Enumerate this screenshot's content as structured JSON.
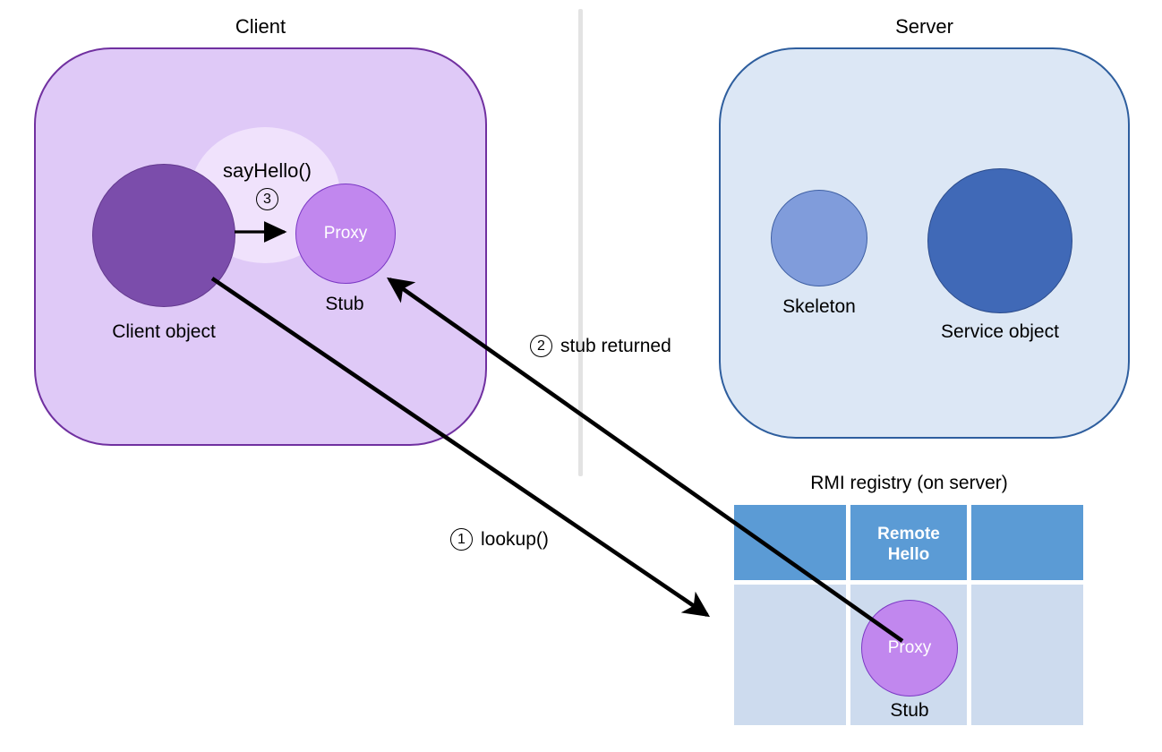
{
  "diagram": {
    "title_client": "Client",
    "title_server": "Server",
    "title_registry": "RMI registry (on server)"
  },
  "client": {
    "box_color": "#DFC9F7",
    "border_color": "#7030A0",
    "client_object_label": "Client object",
    "client_object_color": "#7B4DAB",
    "proxy_label": "Proxy",
    "proxy_color": "#C187EE",
    "stub_label": "Stub",
    "method_call_label": "sayHello()",
    "method_step_number": "3"
  },
  "server": {
    "box_color": "#DCE7F5",
    "border_color": "#2E5E9E",
    "skeleton_label": "Skeleton",
    "skeleton_color": "#809CDB",
    "service_label": "Service object",
    "service_color": "#4069B7"
  },
  "registry": {
    "header_color": "#5B9BD5",
    "body_color": "#CDDBEE",
    "header_cells": [
      "",
      "Remote\nHello",
      ""
    ],
    "header_cell_1": "",
    "header_cell_2_line1": "Remote",
    "header_cell_2_line2": "Hello",
    "header_cell_3": "",
    "body_cell_1": "",
    "body_cell_3": "",
    "proxy_label": "Proxy",
    "stub_label": "Stub"
  },
  "steps": [
    {
      "number": "1",
      "label": "lookup()"
    },
    {
      "number": "2",
      "label": "stub returned"
    },
    {
      "number": "3",
      "label": "sayHello()"
    }
  ],
  "step_1_number": "1",
  "step_1_label": "lookup()",
  "step_2_number": "2",
  "step_2_label": "stub returned",
  "step_3_number": "3"
}
